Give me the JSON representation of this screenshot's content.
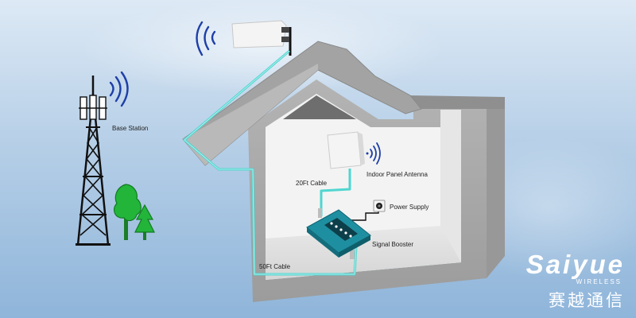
{
  "labels": {
    "base_station": "Base Station",
    "cable_20ft": "20Ft Cable",
    "indoor_antenna": "Indoor Panel Antenna",
    "power_supply": "Power Supply",
    "signal_booster": "Signal Booster",
    "cable_50ft": "50Ft Cable"
  },
  "brand": {
    "name": "Saiyue",
    "subtitle": "WIRELESS",
    "chinese": "赛越通信"
  },
  "colors": {
    "cable": "#4fd6d0",
    "booster": "#1e8fa0",
    "house_wall": "#a9a9a9",
    "roof": "#9e9e9e",
    "interior": "#f2f2f2",
    "signal_waves": "#1e3fa8"
  }
}
